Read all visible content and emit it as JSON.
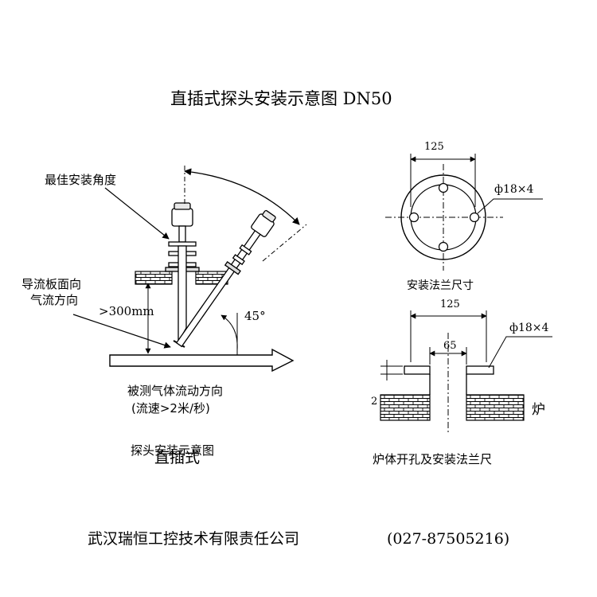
{
  "title": "直插式探头安装示意图 DN50",
  "left_diagram": {
    "label_best_angle": "最佳安装角度",
    "label_deflector_line1": "导流板面向",
    "label_deflector_line2": "气流方向",
    "label_distance": ">300mm",
    "label_angle": "45°",
    "label_flow_line1": "被测气体流动方向",
    "label_flow_line2": "(流速>2米/秒)",
    "caption_under": "探头安装示意图",
    "caption_over": "直插式"
  },
  "flange_top": {
    "dim_outer": "125",
    "dim_holes": "ф18×4",
    "caption": "安装法兰尺寸"
  },
  "flange_section": {
    "dim_outer": "125",
    "dim_inner": "65",
    "dim_holes": "ф18×4",
    "dim_thickness": "2",
    "label_furnace": "炉",
    "caption": "炉体开孔及安装法兰尺"
  },
  "footer": {
    "company": "武汉瑞恒工控技术有限责任公司",
    "phone": "(027-87505216)"
  }
}
